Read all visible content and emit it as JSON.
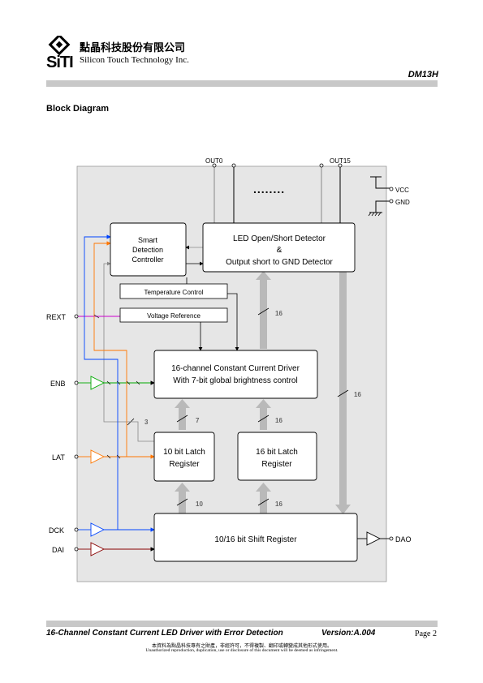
{
  "header": {
    "company_cn": "點晶科技股份有限公司",
    "company_en": "Silicon Touch Technology Inc.",
    "logo_text": "SiTI",
    "doc_code": "DM13H"
  },
  "section_title": "Block Diagram",
  "diagram": {
    "pins": {
      "out0": "OUT0",
      "out15": "OUT15",
      "vcc": "VCC",
      "gnd": "GND",
      "rext": "REXT",
      "enb": "ENB",
      "lat": "LAT",
      "dck": "DCK",
      "dai": "DAI",
      "dao": "DAO"
    },
    "dots": "........",
    "blocks": {
      "smart_line1": "Smart",
      "smart_line2": "Detection",
      "smart_line3": "Controller",
      "led_line1": "LED Open/Short Detector",
      "led_line2": "&",
      "led_line3": "Output short to GND Detector",
      "temp": "Temperature Control",
      "vref": "Voltage Reference",
      "driver_line1": "16-channel Constant Current Driver",
      "driver_line2": "With 7-bit global brightness control",
      "latch10_line1": "10 bit Latch",
      "latch10_line2": "Register",
      "latch16_line1": "16 bit Latch",
      "latch16_line2": "Register",
      "shift": "10/16 bit Shift Register"
    },
    "bus_widths": {
      "to_led_detector": "16",
      "to_right": "16",
      "latch10_to_driver": "7",
      "latch16_to_driver": "16",
      "side_3": "3",
      "shift_to_latch10": "10",
      "shift_to_latch16": "16"
    },
    "colors": {
      "panel": "#e6e6e6",
      "bus": "#b9b9b9",
      "rext_line": "#cc00cc",
      "enb_line": "#00aa00",
      "lat_line": "#ff7700",
      "dck_line": "#0044ff",
      "dai_line": "#880000",
      "feedback_line": "#888888"
    }
  },
  "footer": {
    "title": "16-Channel Constant Current LED Driver with Error Detection",
    "version": "Version:A.004",
    "page": "Page 2",
    "notice_cn": "本資料為點晶科技專有之財產，非經許可，不得複製、翻印或轉變成其他形式使用。",
    "notice_en": "Unauthorized reproduction, duplication, use or disclosure of this document will be deemed as infringement."
  }
}
